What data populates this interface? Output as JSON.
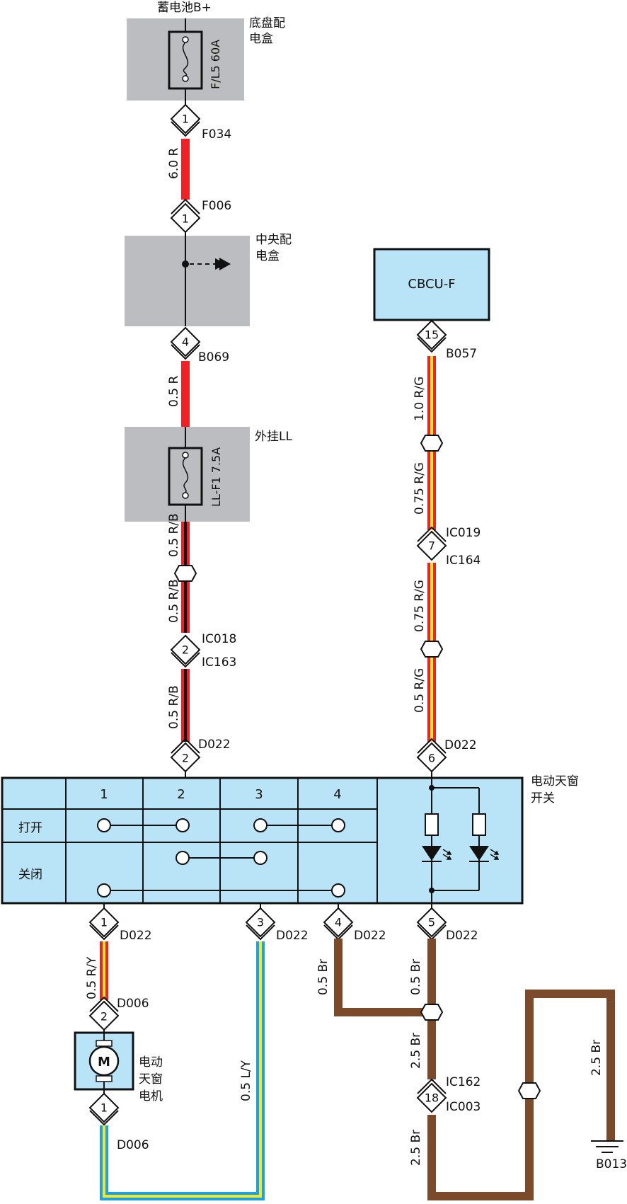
{
  "components": {
    "battery": "蓄电池B+",
    "chassis_box": [
      "底盘配",
      "电盒"
    ],
    "fuse_main": "F/L5 60A",
    "central_box": [
      "中央配",
      "电盒"
    ],
    "external_box": "外挂LL",
    "fuse_ll": "LL-F1 7.5A",
    "cbcu": "CBCU-F",
    "switch_name": [
      "电动天窗",
      "开关"
    ],
    "motor_name": [
      "电动",
      "天窗",
      "电机"
    ],
    "motor_symbol": "M",
    "ground": "B013"
  },
  "switch_table": {
    "cols": [
      "1",
      "2",
      "3",
      "4"
    ],
    "rows": [
      "打开",
      "关闭"
    ]
  },
  "connectors": {
    "f034": "F034",
    "f006": "F006",
    "b069": "B069",
    "ic018": "IC018",
    "ic163": "IC163",
    "d022_left": "D022",
    "b057": "B057",
    "ic019": "IC019",
    "ic164": "IC164",
    "d022_right": "D022",
    "d022_p1": "D022",
    "d022_p3": "D022",
    "d022_p4": "D022",
    "d022_p5": "D022",
    "d006_top": "D006",
    "d006_bot": "D006",
    "ic162": "IC162",
    "ic003": "IC003"
  },
  "pins": {
    "f034": "1",
    "f006": "1",
    "b069": "4",
    "ic018": "2",
    "d022_left": "2",
    "b057": "15",
    "ic019": "7",
    "d022_right": "6",
    "d022_p1": "1",
    "d022_p3": "3",
    "d022_p4": "4",
    "d022_p5": "5",
    "d006_top": "2",
    "d006_bot": "1",
    "ic162": "18"
  },
  "wires": {
    "w1": "6.0 R",
    "w2": "0.5 R",
    "w3": "0.5 R/B",
    "w4": "0.5 R/B",
    "w5": "0.5 R/B",
    "w6": "1.0 R/G",
    "w7": "0.75 R/G",
    "w8": "0.75 R/G",
    "w9": "0.5 R/G",
    "w10": "0.5 R/Y",
    "w11": "0.5 L/Y",
    "w12": "0.5 Br",
    "w13": "0.5 Br",
    "w14": "2.5 Br",
    "w15": "2.5 Br",
    "w16": "2.5 Br"
  },
  "colors": {
    "red": "#ee2127",
    "yellow": "#f5e62a",
    "blue": "#1aa3e0",
    "brown": "#7b4a2a",
    "box_gray": "#bcbdc0",
    "panel_blue": "#b9e3f6",
    "black": "#111111"
  }
}
